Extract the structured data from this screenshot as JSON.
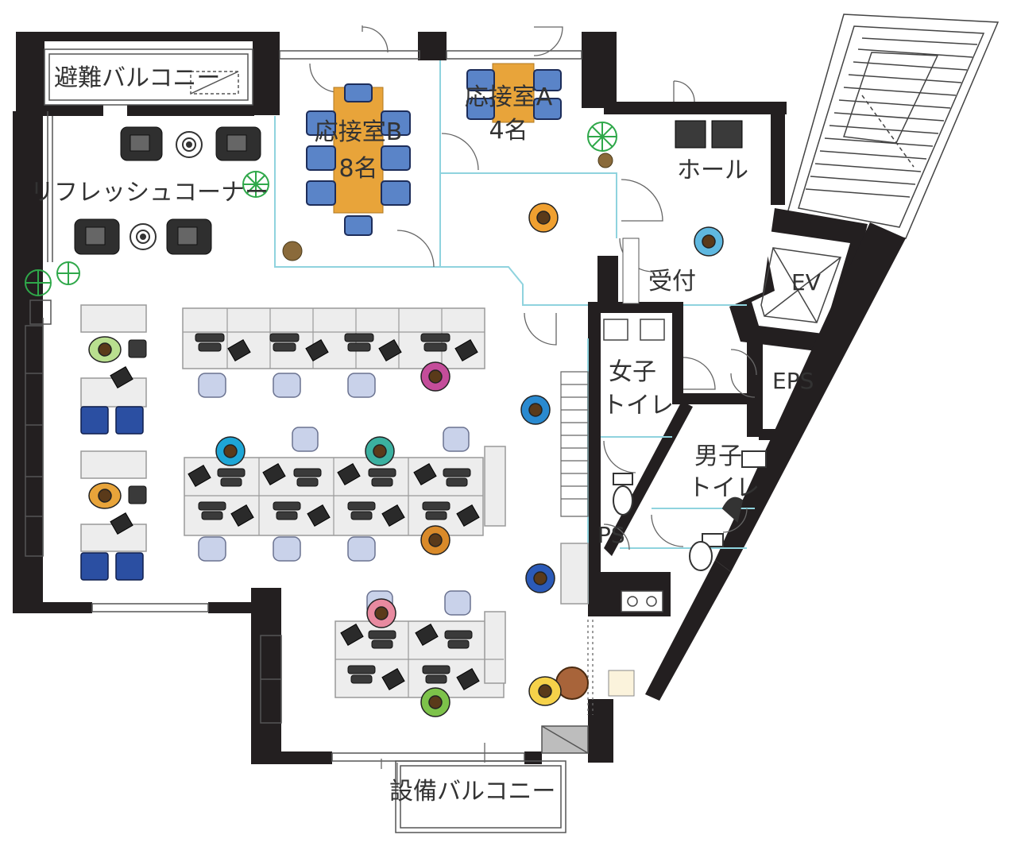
{
  "plan": {
    "colors": {
      "wall": "#231f20",
      "glass": "#8fd3de",
      "desk": "#ededed",
      "desk_edge": "#9a9a9a",
      "chair": "#c9d2ea",
      "dark_chair": "#2f2f2f",
      "blue_chair": "#2b4fa2",
      "meeting_table": "#e8a43a",
      "plant": "#2fa84a",
      "text": "#333333"
    },
    "rooms": {
      "evac_balcony": "避難バルコニー",
      "refresh_corner": "リフレッシュコーナー",
      "meeting_b": "応接室B",
      "meeting_b_cap": "8名",
      "meeting_a": "応接室A",
      "meeting_a_cap": "4名",
      "hall": "ホール",
      "reception": "受付",
      "ev": "EV",
      "eps": "EPS",
      "womens_wc_1": "女子",
      "womens_wc_2": "トイレ",
      "mens_wc_1": "男子",
      "mens_wc_2": "トイレ",
      "ps": "PS",
      "equip_balcony": "設備バルコニー"
    },
    "icons": [
      "stair-icon",
      "elevator-icon",
      "plant-icon",
      "person-icon",
      "desk-icon",
      "chair-icon",
      "laptop-icon",
      "toilet-icon",
      "sink-icon",
      "door-swing-icon",
      "round-table-icon"
    ]
  }
}
